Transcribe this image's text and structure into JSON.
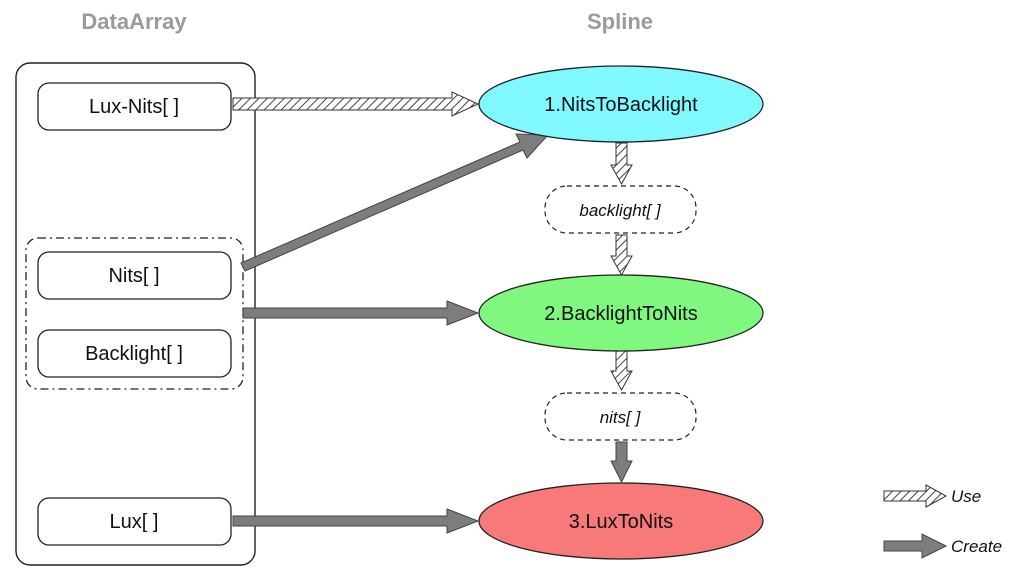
{
  "headings": {
    "data_array": "DataArray",
    "spline": "Spline"
  },
  "data_boxes": {
    "lux_nits": "Lux-Nits[ ]",
    "nits": "Nits[ ]",
    "backlight": "Backlight[ ]",
    "lux": "Lux[ ]"
  },
  "spline_nodes": {
    "nits_to_backlight": {
      "label": "1.NitsToBacklight",
      "color": "#80f8ff"
    },
    "backlight_to_nits": {
      "label": "2.BacklightToNits",
      "color": "#80f77e"
    },
    "lux_to_nits": {
      "label": "3.LuxToNits",
      "color": "#f7797a"
    }
  },
  "intermediate_arrays": {
    "backlight": "backlight[ ]",
    "nits": "nits[ ]"
  },
  "legend": {
    "use": "Use",
    "create": "Create"
  }
}
